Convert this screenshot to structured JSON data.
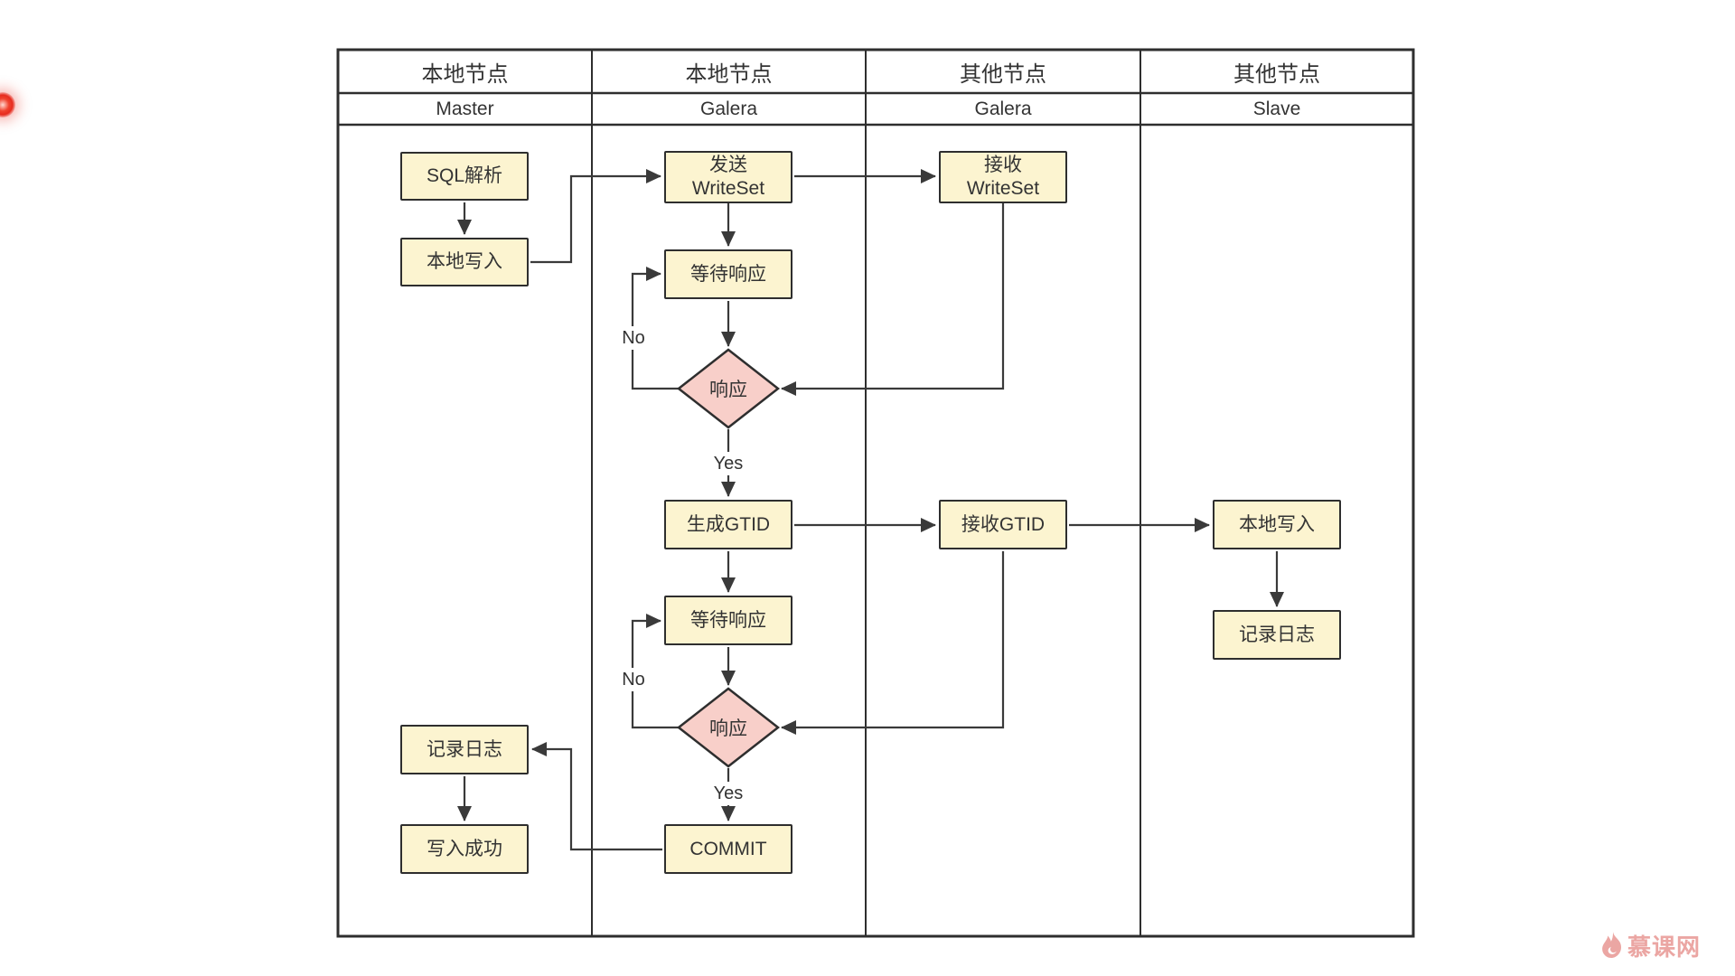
{
  "lanes": [
    {
      "group": "本地节点",
      "name": "Master"
    },
    {
      "group": "本地节点",
      "name": "Galera"
    },
    {
      "group": "其他节点",
      "name": "Galera"
    },
    {
      "group": "其他节点",
      "name": "Slave"
    }
  ],
  "nodes": {
    "sql_parse": {
      "label": "SQL解析"
    },
    "local_write_master": {
      "label": "本地写入"
    },
    "log_master": {
      "label": "记录日志"
    },
    "write_success": {
      "label": "写入成功"
    },
    "send_writeset": {
      "label": "发送\nWriteSet"
    },
    "wait_response_1": {
      "label": "等待响应"
    },
    "response_1": {
      "label": "响应"
    },
    "gen_gtid": {
      "label": "生成GTID"
    },
    "wait_response_2": {
      "label": "等待响应"
    },
    "response_2": {
      "label": "响应"
    },
    "commit": {
      "label": "COMMIT"
    },
    "recv_writeset": {
      "label": "接收\nWriteSet"
    },
    "recv_gtid": {
      "label": "接收GTID"
    },
    "local_write_slave": {
      "label": "本地写入"
    },
    "log_slave": {
      "label": "记录日志"
    }
  },
  "edge_labels": {
    "no_1": "No",
    "yes_1": "Yes",
    "no_2": "No",
    "yes_2": "Yes"
  },
  "watermark": {
    "text": "慕课网"
  },
  "colors": {
    "process_fill": "#fcf4d0",
    "decision_fill": "#f8cfc9",
    "shape_border": "#2e2e2e",
    "connector_line": "#3a3a3a",
    "watermark_pink": "#eba6a3",
    "alert_red": "#e62b1e"
  }
}
